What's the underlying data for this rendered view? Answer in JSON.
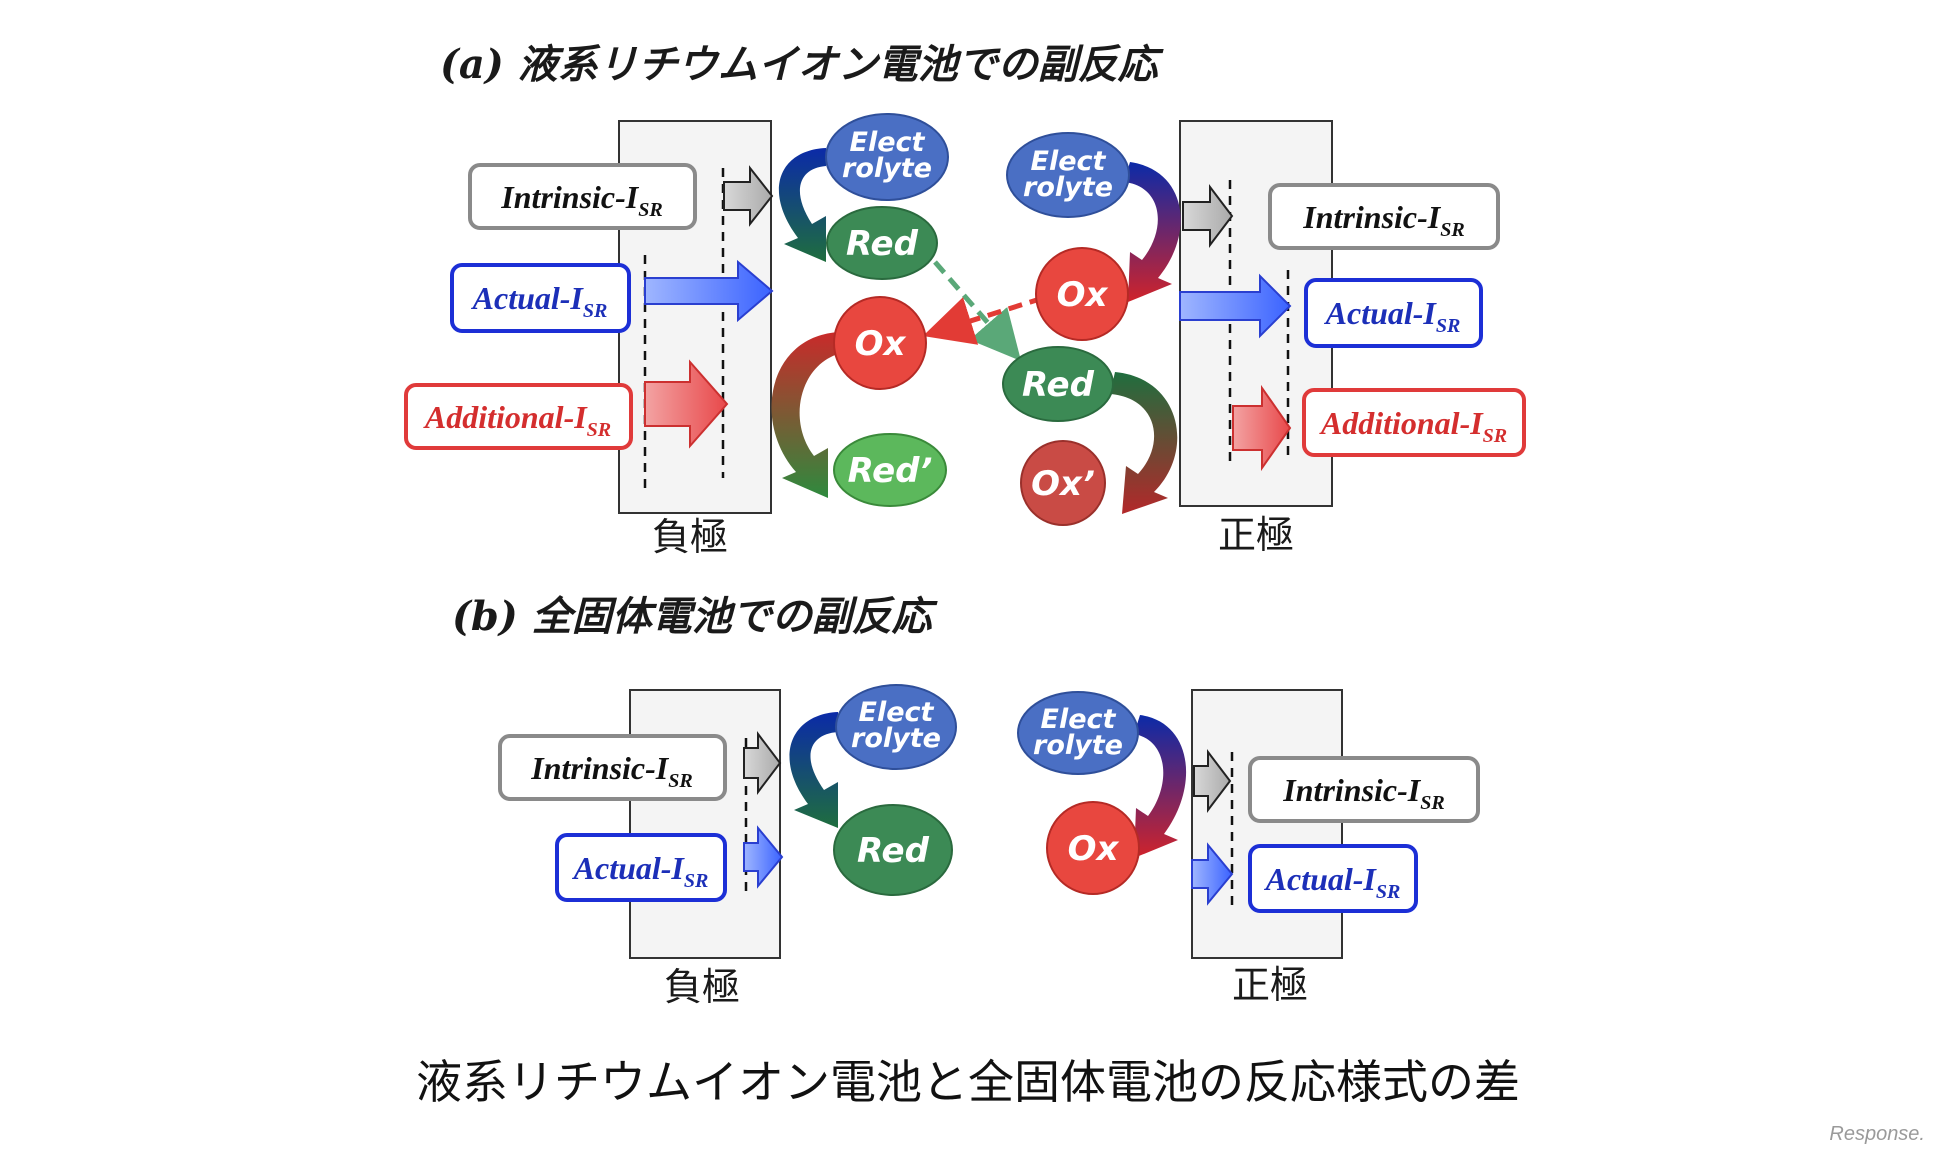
{
  "section_a": {
    "title": "(a) 液系リチウムイオン電池での副反応",
    "negative_label": "負極",
    "positive_label": "正極",
    "intrinsic": {
      "main": "Intrinsic-I",
      "sub": "SR"
    },
    "actual": {
      "main": "Actual-I",
      "sub": "SR"
    },
    "additional": {
      "main": "Additional-I",
      "sub": "SR"
    },
    "electrolyte_line1": "Elect",
    "electrolyte_line2": "rolyte",
    "red": "Red",
    "ox": "Ox",
    "red_prime": "Red’",
    "ox_prime": "Ox’"
  },
  "section_b": {
    "title": "(b) 全固体電池での副反応",
    "negative_label": "負極",
    "positive_label": "正極",
    "intrinsic": {
      "main": "Intrinsic-I",
      "sub": "SR"
    },
    "actual": {
      "main": "Actual-I",
      "sub": "SR"
    },
    "electrolyte_line1": "Elect",
    "electrolyte_line2": "rolyte",
    "red": "Red",
    "ox": "Ox"
  },
  "caption": "液系リチウムイオン電池と全固体電池の反応様式の差",
  "watermark": "Response.",
  "colors": {
    "electrolyte": "#4a6fc4",
    "red_node": "#3c8a55",
    "red_prime_node": "#5cb85c",
    "ox_node": "#e8473f",
    "ox_prime_node": "#c94b45",
    "intrinsic_border": "#8a8a8a",
    "actual_border": "#1c2fd6",
    "additional_border": "#e03a3a"
  }
}
